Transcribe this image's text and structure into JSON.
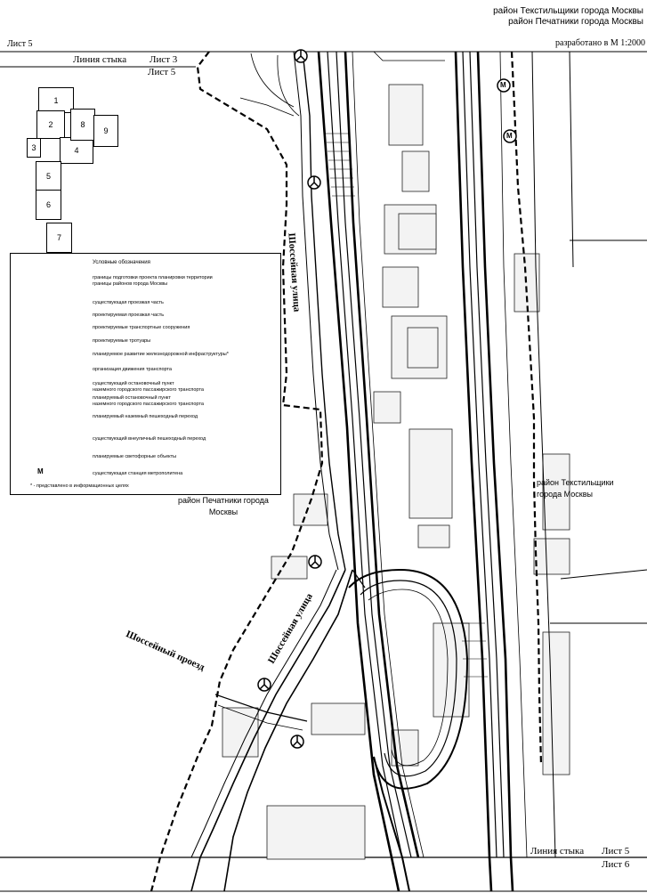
{
  "header": {
    "district_1": "район Текстильщики города Москвы",
    "district_2": "район Печатники города Москвы",
    "sheet": "Лист 5",
    "scale": "разработано в М 1:2000"
  },
  "junction_top": {
    "label": "Линия стыка",
    "sheet_a": "Лист 3",
    "sheet_b": "Лист 5"
  },
  "junction_bottom": {
    "label": "Линия стыка",
    "sheet_a": "Лист 5",
    "sheet_b": "Лист 6"
  },
  "key_map": [
    "1",
    "2",
    "3",
    "4",
    "5",
    "6",
    "7",
    "8",
    "9"
  ],
  "legend": {
    "title": "Условные обозначения",
    "items": [
      {
        "label": "границы подготовки проекта планировки территории"
      },
      {
        "label": "границы районов города Москвы"
      },
      {
        "label": "существующая проезжая часть"
      },
      {
        "label": "проектируемая проезжая часть"
      },
      {
        "label": "проектируемые транспортные сооружения"
      },
      {
        "label": "проектируемые тротуары"
      },
      {
        "label": "планируемое развитие железнодорожной инфраструктуры*"
      },
      {
        "label": "организация движения транспорта"
      },
      {
        "label": "существующий остановочный пункт"
      },
      {
        "label": "наземного городского пассажирского транспорта"
      },
      {
        "label": "планируемый остановочный пункт"
      },
      {
        "label": "наземного городского пассажирского транспорта"
      },
      {
        "label": "планируемый наземный пешеходный переход"
      },
      {
        "label": "существующий внеуличный пешеходный переход"
      },
      {
        "label": "планируемые светофорные объекты"
      },
      {
        "label": "существующая станция метрополитена"
      }
    ],
    "footnote": "* - представлено в информационных целях"
  },
  "map_labels": {
    "street_1": "Шоссейная улица",
    "street_2": "Шоссейная улица",
    "passage": "Шоссейный проезд",
    "district_pechatniki_1": "район Печатники города",
    "district_pechatniki_2": "Москвы",
    "district_textilshchiki_1": "район Текстильщики",
    "district_textilshchiki_2": "города Москвы",
    "metro_symbol": "М"
  }
}
